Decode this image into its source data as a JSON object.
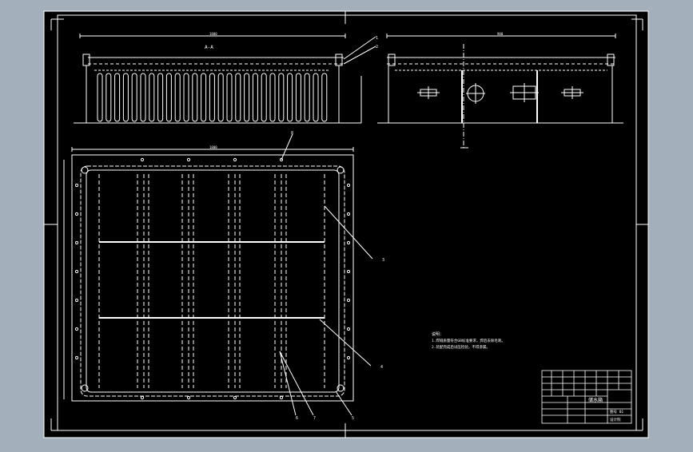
{
  "drawing": {
    "section_label": "A-A",
    "top_dim": "1800",
    "side_dim": "900",
    "plan_dim": "1800",
    "callouts": [
      "1",
      "2",
      "3",
      "4",
      "5",
      "6",
      "7",
      "8"
    ],
    "notes": {
      "heading": "说明：",
      "line1": "1.焊缝质量符合GB标准要求，焊后去除毛刺。",
      "line2": "2.装配完成后试压检验，不得渗漏。"
    },
    "title_block": {
      "drawing_name": "储水箱",
      "sheet_info": "图号 01",
      "company": "设计院"
    }
  },
  "colors": {
    "background": "#a4afbc",
    "paper": "#000000",
    "lines": "#ffffff"
  }
}
